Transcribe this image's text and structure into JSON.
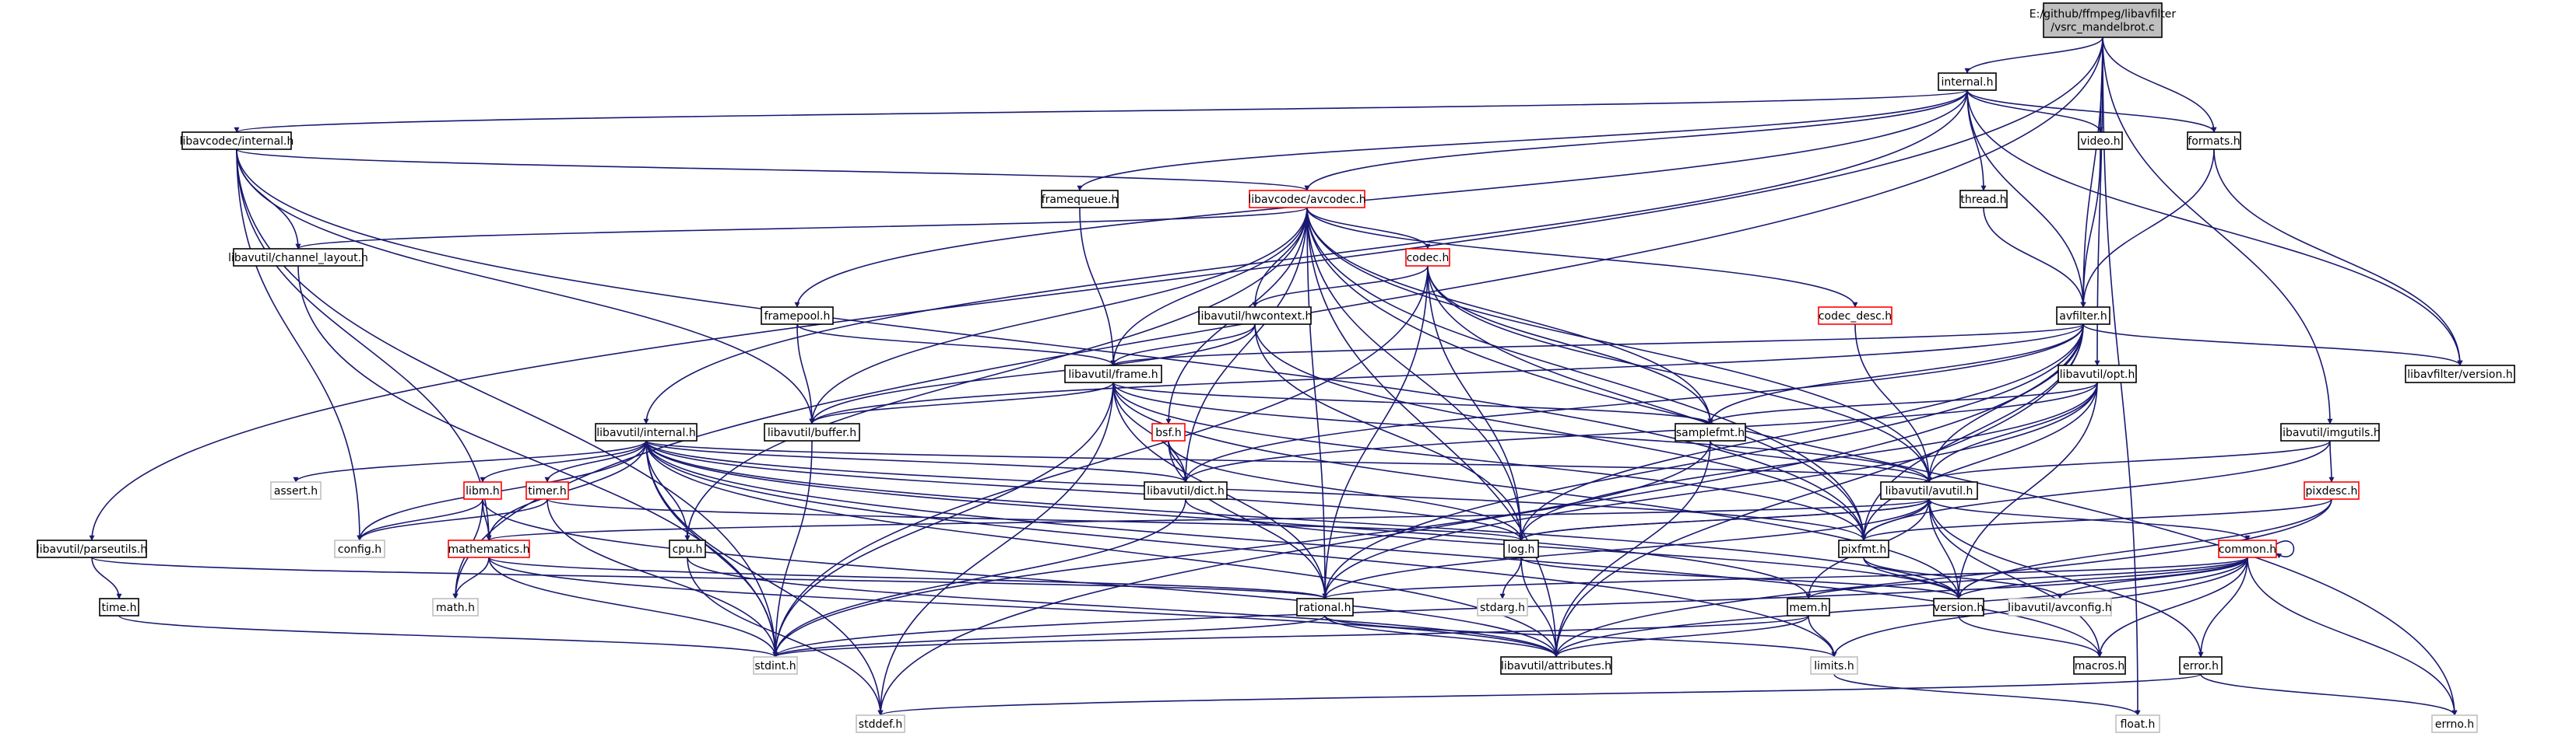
{
  "diagram": {
    "title": "E:/github/ffmpeg/libavfilter/vsrc_mandelbrot.c dependency graph",
    "colors": {
      "edge": "#191970",
      "root_fill": "#bfbfbf",
      "root_border": "#000000",
      "documented_border": "#000000",
      "truncated_border": "#ff0000",
      "undocumented_border": "#bfbfbf",
      "node_fill": "#ffffff"
    },
    "nodes": [
      {
        "id": "root",
        "lines": [
          "E:/github/ffmpeg/libavfilter",
          "/vsrc_mandelbrot.c"
        ],
        "kind": "root"
      },
      {
        "id": "internal_h",
        "lines": [
          "internal.h"
        ],
        "kind": "doc"
      },
      {
        "id": "video_h",
        "lines": [
          "video.h"
        ],
        "kind": "doc"
      },
      {
        "id": "formats_h",
        "lines": [
          "formats.h"
        ],
        "kind": "doc"
      },
      {
        "id": "libavcodec_internal_h",
        "lines": [
          "libavcodec/internal.h"
        ],
        "kind": "doc"
      },
      {
        "id": "framequeue_h",
        "lines": [
          "framequeue.h"
        ],
        "kind": "doc"
      },
      {
        "id": "libavcodec_avcodec_h",
        "lines": [
          "libavcodec/avcodec.h"
        ],
        "kind": "trunc"
      },
      {
        "id": "thread_h",
        "lines": [
          "thread.h"
        ],
        "kind": "doc"
      },
      {
        "id": "libavutil_channel_layout_h",
        "lines": [
          "libavutil/channel_layout.h"
        ],
        "kind": "doc"
      },
      {
        "id": "codec_h",
        "lines": [
          "codec.h"
        ],
        "kind": "trunc"
      },
      {
        "id": "framepool_h",
        "lines": [
          "framepool.h"
        ],
        "kind": "doc"
      },
      {
        "id": "libavutil_hwcontext_h",
        "lines": [
          "libavutil/hwcontext.h"
        ],
        "kind": "doc"
      },
      {
        "id": "codec_desc_h",
        "lines": [
          "codec_desc.h"
        ],
        "kind": "trunc"
      },
      {
        "id": "avfilter_h",
        "lines": [
          "avfilter.h"
        ],
        "kind": "doc"
      },
      {
        "id": "libavutil_frame_h",
        "lines": [
          "libavutil/frame.h"
        ],
        "kind": "doc"
      },
      {
        "id": "libavutil_opt_h",
        "lines": [
          "libavutil/opt.h"
        ],
        "kind": "doc"
      },
      {
        "id": "libavfilter_version_h",
        "lines": [
          "libavfilter/version.h"
        ],
        "kind": "doc"
      },
      {
        "id": "libavutil_internal_h",
        "lines": [
          "libavutil/internal.h"
        ],
        "kind": "doc"
      },
      {
        "id": "libavutil_buffer_h",
        "lines": [
          "libavutil/buffer.h"
        ],
        "kind": "doc"
      },
      {
        "id": "bsf_h",
        "lines": [
          "bsf.h"
        ],
        "kind": "trunc"
      },
      {
        "id": "samplefmt_h",
        "lines": [
          "samplefmt.h"
        ],
        "kind": "doc"
      },
      {
        "id": "libavutil_imgutils_h",
        "lines": [
          "libavutil/imgutils.h"
        ],
        "kind": "doc"
      },
      {
        "id": "assert_h",
        "lines": [
          "assert.h"
        ],
        "kind": "undoc"
      },
      {
        "id": "libm_h",
        "lines": [
          "libm.h"
        ],
        "kind": "trunc"
      },
      {
        "id": "timer_h",
        "lines": [
          "timer.h"
        ],
        "kind": "trunc"
      },
      {
        "id": "libavutil_dict_h",
        "lines": [
          "libavutil/dict.h"
        ],
        "kind": "doc"
      },
      {
        "id": "libavutil_avutil_h",
        "lines": [
          "libavutil/avutil.h"
        ],
        "kind": "doc"
      },
      {
        "id": "pixdesc_h",
        "lines": [
          "pixdesc.h"
        ],
        "kind": "trunc"
      },
      {
        "id": "libavutil_parseutils_h",
        "lines": [
          "libavutil/parseutils.h"
        ],
        "kind": "doc"
      },
      {
        "id": "config_h",
        "lines": [
          "config.h"
        ],
        "kind": "undoc"
      },
      {
        "id": "mathematics_h",
        "lines": [
          "mathematics.h"
        ],
        "kind": "trunc"
      },
      {
        "id": "cpu_h",
        "lines": [
          "cpu.h"
        ],
        "kind": "doc"
      },
      {
        "id": "log_h",
        "lines": [
          "log.h"
        ],
        "kind": "doc"
      },
      {
        "id": "pixfmt_h",
        "lines": [
          "pixfmt.h"
        ],
        "kind": "doc"
      },
      {
        "id": "common_h",
        "lines": [
          "common.h"
        ],
        "kind": "trunc"
      },
      {
        "id": "time_h",
        "lines": [
          "time.h"
        ],
        "kind": "doc"
      },
      {
        "id": "math_h",
        "lines": [
          "math.h"
        ],
        "kind": "undoc"
      },
      {
        "id": "rational_h",
        "lines": [
          "rational.h"
        ],
        "kind": "doc"
      },
      {
        "id": "mem_h",
        "lines": [
          "mem.h"
        ],
        "kind": "doc"
      },
      {
        "id": "version_h",
        "lines": [
          "version.h"
        ],
        "kind": "doc"
      },
      {
        "id": "libavutil_avconfig_h",
        "lines": [
          "libavutil/avconfig.h"
        ],
        "kind": "undoc"
      },
      {
        "id": "stdarg_h",
        "lines": [
          "stdarg.h"
        ],
        "kind": "undoc"
      },
      {
        "id": "stdint_h",
        "lines": [
          "stdint.h"
        ],
        "kind": "undoc"
      },
      {
        "id": "libavutil_attributes_h",
        "lines": [
          "libavutil/attributes.h"
        ],
        "kind": "doc"
      },
      {
        "id": "limits_h",
        "lines": [
          "limits.h"
        ],
        "kind": "undoc"
      },
      {
        "id": "macros_h",
        "lines": [
          "macros.h"
        ],
        "kind": "doc"
      },
      {
        "id": "error_h",
        "lines": [
          "error.h"
        ],
        "kind": "doc"
      },
      {
        "id": "stddef_h",
        "lines": [
          "stddef.h"
        ],
        "kind": "undoc"
      },
      {
        "id": "float_h",
        "lines": [
          "float.h"
        ],
        "kind": "undoc"
      },
      {
        "id": "errno_h",
        "lines": [
          "errno.h"
        ],
        "kind": "undoc"
      }
    ],
    "edges": [
      [
        "root",
        "internal_h"
      ],
      [
        "root",
        "video_h"
      ],
      [
        "root",
        "formats_h"
      ],
      [
        "root",
        "avfilter_h"
      ],
      [
        "root",
        "libavutil_imgutils_h"
      ],
      [
        "root",
        "libavutil_opt_h"
      ],
      [
        "root",
        "libavutil_parseutils_h"
      ],
      [
        "root",
        "math_h"
      ],
      [
        "root",
        "float_h"
      ],
      [
        "internal_h",
        "libavcodec_internal_h"
      ],
      [
        "internal_h",
        "framequeue_h"
      ],
      [
        "internal_h",
        "libavcodec_avcodec_h"
      ],
      [
        "internal_h",
        "thread_h"
      ],
      [
        "internal_h",
        "video_h"
      ],
      [
        "internal_h",
        "formats_h"
      ],
      [
        "internal_h",
        "avfilter_h"
      ],
      [
        "internal_h",
        "framepool_h"
      ],
      [
        "internal_h",
        "libavutil_internal_h"
      ],
      [
        "internal_h",
        "libavfilter_version_h"
      ],
      [
        "libavcodec_internal_h",
        "libavutil_channel_layout_h"
      ],
      [
        "libavcodec_internal_h",
        "libavcodec_avcodec_h"
      ],
      [
        "libavcodec_internal_h",
        "libavutil_buffer_h"
      ],
      [
        "libavcodec_internal_h",
        "mathematics_h"
      ],
      [
        "libavcodec_internal_h",
        "config_h"
      ],
      [
        "libavcodec_internal_h",
        "stdint_h"
      ],
      [
        "libavcodec_internal_h",
        "pixfmt_h"
      ],
      [
        "framequeue_h",
        "libavutil_frame_h"
      ],
      [
        "libavcodec_avcodec_h",
        "libavutil_channel_layout_h"
      ],
      [
        "libavcodec_avcodec_h",
        "codec_h"
      ],
      [
        "libavcodec_avcodec_h",
        "libavutil_hwcontext_h"
      ],
      [
        "libavcodec_avcodec_h",
        "codec_desc_h"
      ],
      [
        "libavcodec_avcodec_h",
        "libavutil_frame_h"
      ],
      [
        "libavcodec_avcodec_h",
        "libavutil_buffer_h"
      ],
      [
        "libavcodec_avcodec_h",
        "bsf_h"
      ],
      [
        "libavcodec_avcodec_h",
        "samplefmt_h"
      ],
      [
        "libavcodec_avcodec_h",
        "libavutil_dict_h"
      ],
      [
        "libavcodec_avcodec_h",
        "libavutil_avutil_h"
      ],
      [
        "libavcodec_avcodec_h",
        "cpu_h"
      ],
      [
        "libavcodec_avcodec_h",
        "log_h"
      ],
      [
        "libavcodec_avcodec_h",
        "pixfmt_h"
      ],
      [
        "libavcodec_avcodec_h",
        "rational_h"
      ],
      [
        "libavcodec_avcodec_h",
        "libavutil_attributes_h"
      ],
      [
        "libavcodec_avcodec_h",
        "errno_h"
      ],
      [
        "libavutil_channel_layout_h",
        "stdint_h"
      ],
      [
        "codec_h",
        "libavutil_hwcontext_h"
      ],
      [
        "codec_h",
        "samplefmt_h"
      ],
      [
        "codec_h",
        "libavutil_avutil_h"
      ],
      [
        "codec_h",
        "log_h"
      ],
      [
        "codec_h",
        "pixfmt_h"
      ],
      [
        "codec_h",
        "rational_h"
      ],
      [
        "codec_h",
        "stdint_h"
      ],
      [
        "framepool_h",
        "libavutil_buffer_h"
      ],
      [
        "framepool_h",
        "libavutil_frame_h"
      ],
      [
        "libavutil_hwcontext_h",
        "libavutil_buffer_h"
      ],
      [
        "libavutil_hwcontext_h",
        "libavutil_frame_h"
      ],
      [
        "libavutil_hwcontext_h",
        "log_h"
      ],
      [
        "libavutil_hwcontext_h",
        "pixfmt_h"
      ],
      [
        "codec_desc_h",
        "libavutil_avutil_h"
      ],
      [
        "thread_h",
        "avfilter_h"
      ],
      [
        "video_h",
        "avfilter_h"
      ],
      [
        "formats_h",
        "avfilter_h"
      ],
      [
        "formats_h",
        "libavfilter_version_h"
      ],
      [
        "avfilter_h",
        "libavfilter_version_h"
      ],
      [
        "avfilter_h",
        "libavutil_frame_h"
      ],
      [
        "avfilter_h",
        "libavutil_buffer_h"
      ],
      [
        "avfilter_h",
        "samplefmt_h"
      ],
      [
        "avfilter_h",
        "libavutil_dict_h"
      ],
      [
        "avfilter_h",
        "libavutil_avutil_h"
      ],
      [
        "avfilter_h",
        "log_h"
      ],
      [
        "avfilter_h",
        "pixfmt_h"
      ],
      [
        "avfilter_h",
        "rational_h"
      ],
      [
        "avfilter_h",
        "libavutil_attributes_h"
      ],
      [
        "avfilter_h",
        "stddef_h"
      ],
      [
        "libavutil_frame_h",
        "libavutil_buffer_h"
      ],
      [
        "libavutil_frame_h",
        "libavutil_dict_h"
      ],
      [
        "libavutil_frame_h",
        "samplefmt_h"
      ],
      [
        "libavutil_frame_h",
        "libavutil_avutil_h"
      ],
      [
        "libavutil_frame_h",
        "pixfmt_h"
      ],
      [
        "libavutil_frame_h",
        "rational_h"
      ],
      [
        "libavutil_frame_h",
        "version_h"
      ],
      [
        "libavutil_frame_h",
        "stdint_h"
      ],
      [
        "libavutil_frame_h",
        "stddef_h"
      ],
      [
        "libavutil_opt_h",
        "samplefmt_h"
      ],
      [
        "libavutil_opt_h",
        "libavutil_dict_h"
      ],
      [
        "libavutil_opt_h",
        "libavutil_avutil_h"
      ],
      [
        "libavutil_opt_h",
        "log_h"
      ],
      [
        "libavutil_opt_h",
        "pixfmt_h"
      ],
      [
        "libavutil_opt_h",
        "rational_h"
      ],
      [
        "libavutil_opt_h",
        "version_h"
      ],
      [
        "libavutil_internal_h",
        "assert_h"
      ],
      [
        "libavutil_internal_h",
        "libm_h"
      ],
      [
        "libavutil_internal_h",
        "timer_h"
      ],
      [
        "libavutil_internal_h",
        "config_h"
      ],
      [
        "libavutil_internal_h",
        "cpu_h"
      ],
      [
        "libavutil_internal_h",
        "libavutil_dict_h"
      ],
      [
        "libavutil_internal_h",
        "libavutil_avutil_h"
      ],
      [
        "libavutil_internal_h",
        "log_h"
      ],
      [
        "libavutil_internal_h",
        "pixfmt_h"
      ],
      [
        "libavutil_internal_h",
        "mem_h"
      ],
      [
        "libavutil_internal_h",
        "version_h"
      ],
      [
        "libavutil_internal_h",
        "stdint_h"
      ],
      [
        "libavutil_internal_h",
        "libavutil_attributes_h"
      ],
      [
        "libavutil_internal_h",
        "stddef_h"
      ],
      [
        "libavutil_internal_h",
        "limits_h"
      ],
      [
        "libavutil_internal_h",
        "macros_h"
      ],
      [
        "libavutil_internal_h",
        "mathematics_h"
      ],
      [
        "libavutil_buffer_h",
        "stdint_h"
      ],
      [
        "bsf_h",
        "libavutil_dict_h"
      ],
      [
        "bsf_h",
        "log_h"
      ],
      [
        "bsf_h",
        "rational_h"
      ],
      [
        "samplefmt_h",
        "libavutil_avutil_h"
      ],
      [
        "samplefmt_h",
        "libavutil_attributes_h"
      ],
      [
        "samplefmt_h",
        "stdint_h"
      ],
      [
        "libavutil_imgutils_h",
        "libavutil_avutil_h"
      ],
      [
        "libavutil_imgutils_h",
        "pixdesc_h"
      ],
      [
        "libavutil_imgutils_h",
        "pixfmt_h"
      ],
      [
        "libm_h",
        "config_h"
      ],
      [
        "libm_h",
        "mathematics_h"
      ],
      [
        "libm_h",
        "math_h"
      ],
      [
        "libm_h",
        "libavutil_attributes_h"
      ],
      [
        "timer_h",
        "config_h"
      ],
      [
        "timer_h",
        "log_h"
      ],
      [
        "timer_h",
        "stdint_h"
      ],
      [
        "libavutil_dict_h",
        "stdint_h"
      ],
      [
        "libavutil_dict_h",
        "version_h"
      ],
      [
        "libavutil_avutil_h",
        "common_h"
      ],
      [
        "libavutil_avutil_h",
        "error_h"
      ],
      [
        "libavutil_avutil_h",
        "version_h"
      ],
      [
        "libavutil_avutil_h",
        "macros_h"
      ],
      [
        "libavutil_avutil_h",
        "mathematics_h"
      ],
      [
        "libavutil_avutil_h",
        "rational_h"
      ],
      [
        "libavutil_avutil_h",
        "log_h"
      ],
      [
        "libavutil_avutil_h",
        "pixfmt_h"
      ],
      [
        "pixdesc_h",
        "pixfmt_h"
      ],
      [
        "pixdesc_h",
        "version_h"
      ],
      [
        "pixdesc_h",
        "libavutil_attributes_h"
      ],
      [
        "libavutil_parseutils_h",
        "time_h"
      ],
      [
        "libavutil_parseutils_h",
        "rational_h"
      ],
      [
        "mathematics_h",
        "math_h"
      ],
      [
        "mathematics_h",
        "rational_h"
      ],
      [
        "mathematics_h",
        "stdint_h"
      ],
      [
        "mathematics_h",
        "libavutil_attributes_h"
      ],
      [
        "cpu_h",
        "libavutil_attributes_h"
      ],
      [
        "cpu_h",
        "stddef_h"
      ],
      [
        "log_h",
        "stdarg_h"
      ],
      [
        "log_h",
        "version_h"
      ],
      [
        "log_h",
        "libavutil_attributes_h"
      ],
      [
        "log_h",
        "libavutil_avutil_h"
      ],
      [
        "pixfmt_h",
        "version_h"
      ],
      [
        "pixfmt_h",
        "libavutil_avconfig_h"
      ],
      [
        "common_h",
        "rational_h"
      ],
      [
        "common_h",
        "version_h"
      ],
      [
        "common_h",
        "libavutil_avconfig_h"
      ],
      [
        "common_h",
        "libavutil_attributes_h"
      ],
      [
        "common_h",
        "mem_h"
      ],
      [
        "common_h",
        "error_h"
      ],
      [
        "common_h",
        "macros_h"
      ],
      [
        "common_h",
        "limits_h"
      ],
      [
        "common_h",
        "stdint_h"
      ],
      [
        "common_h",
        "errno_h"
      ],
      [
        "common_h",
        "common_h"
      ],
      [
        "time_h",
        "stdint_h"
      ],
      [
        "rational_h",
        "stdint_h"
      ],
      [
        "rational_h",
        "limits_h"
      ],
      [
        "rational_h",
        "libavutil_attributes_h"
      ],
      [
        "mem_h",
        "libavutil_attributes_h"
      ],
      [
        "mem_h",
        "stdint_h"
      ],
      [
        "mem_h",
        "libavutil_avutil_h"
      ],
      [
        "mem_h",
        "limits_h"
      ],
      [
        "version_h",
        "macros_h"
      ],
      [
        "limits_h",
        "float_h"
      ],
      [
        "error_h",
        "errno_h"
      ],
      [
        "error_h",
        "stddef_h"
      ]
    ]
  }
}
